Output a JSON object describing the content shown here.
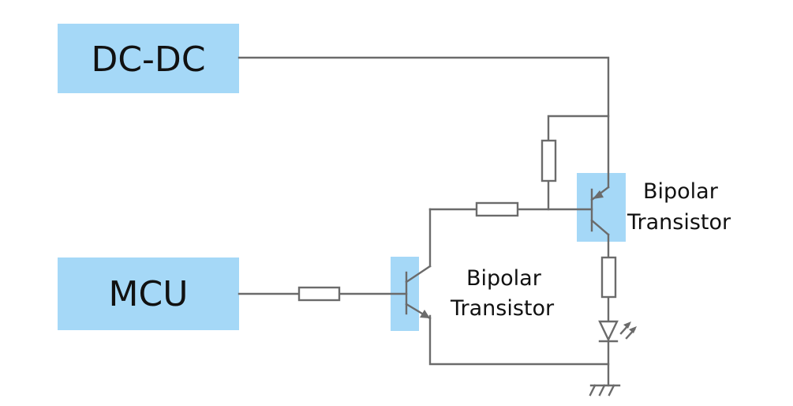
{
  "blocks": {
    "dcdc": {
      "label": "DC-DC"
    },
    "mcu": {
      "label": "MCU"
    }
  },
  "transistors": {
    "lower": {
      "line1": "Bipolar",
      "line2": "Transistor"
    },
    "upper": {
      "line1": "Bipolar",
      "line2": "Transistor"
    }
  },
  "colors": {
    "block_fill": "#a5d8f7",
    "wire": "#6b6b6b",
    "text": "#111111",
    "background": "#ffffff"
  }
}
